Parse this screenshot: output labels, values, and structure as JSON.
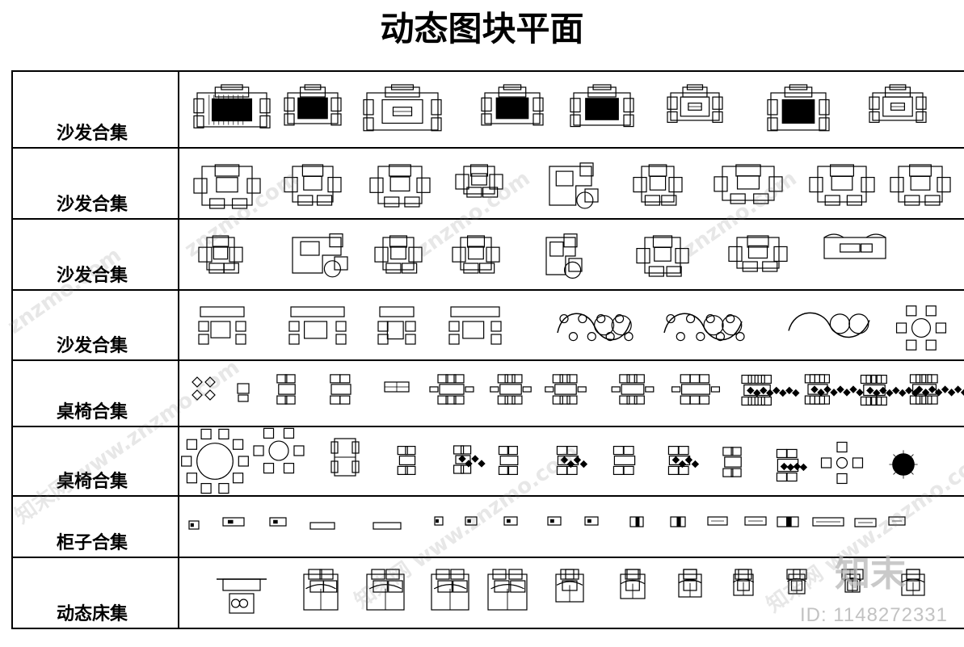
{
  "title": "动态图块平面",
  "rows": [
    {
      "label": "沙发合集"
    },
    {
      "label": "沙发合集"
    },
    {
      "label": "沙发合集"
    },
    {
      "label": "沙发合集"
    },
    {
      "label": "桌椅合集"
    },
    {
      "label": "桌椅合集"
    },
    {
      "label": "柜子合集"
    },
    {
      "label": "动态床集"
    }
  ],
  "watermarks": [
    "znzmo.com",
    "znzmo.com",
    "znzmo.com",
    "znzmo.com",
    "知末网 www.znzmo.com",
    "知末网 www.znzmo.com",
    "知末网 www.znzmo.com"
  ],
  "branding": {
    "brand": "知末",
    "id": "ID: 1148272331"
  }
}
